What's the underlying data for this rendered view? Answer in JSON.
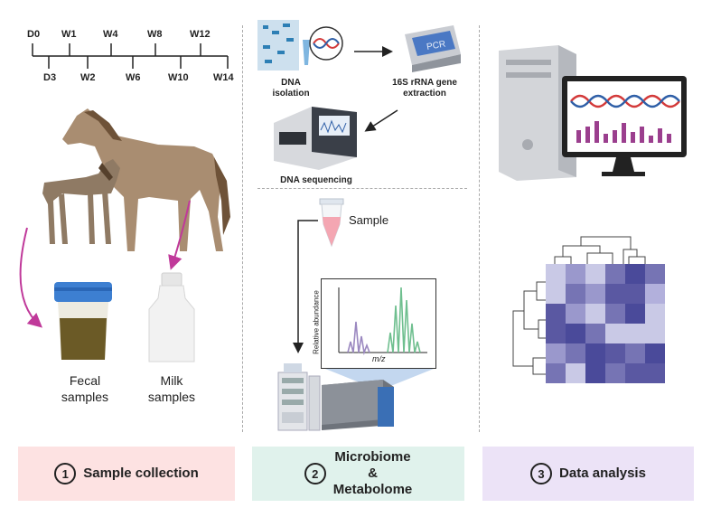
{
  "timeline": {
    "top_labels": [
      "D0",
      "W1",
      "W4",
      "W8",
      "W12"
    ],
    "bottom_labels": [
      "D3",
      "W2",
      "W6",
      "W10",
      "W14"
    ]
  },
  "samples": {
    "fecal": "Fecal\nsamples",
    "milk": "Milk\nsamples"
  },
  "microbiome": {
    "dna_isolation": "DNA\nisolation",
    "rrna_extraction": "16S rRNA gene\nextraction",
    "dna_sequencing": "DNA sequencing",
    "pcr_label": "PCR"
  },
  "metabolome": {
    "sample_label": "Sample",
    "y_axis": "Relative abundance",
    "x_axis": "m/z"
  },
  "panels": [
    {
      "number": "1",
      "title": "Sample collection",
      "color": "#fde2e2"
    },
    {
      "number": "2",
      "title": "Microbiome\n&\nMetabolome",
      "color": "#e0f2ec"
    },
    {
      "number": "3",
      "title": "Data analysis",
      "color": "#ece3f7"
    }
  ],
  "colors": {
    "arrow_magenta": "#c0399a",
    "dna_red": "#d33a3a",
    "dna_blue": "#2f5fa7",
    "bars_purple": "#9b3f8e",
    "heat_dark": "#4a4a9a",
    "heat_light": "#c9c9e6"
  }
}
